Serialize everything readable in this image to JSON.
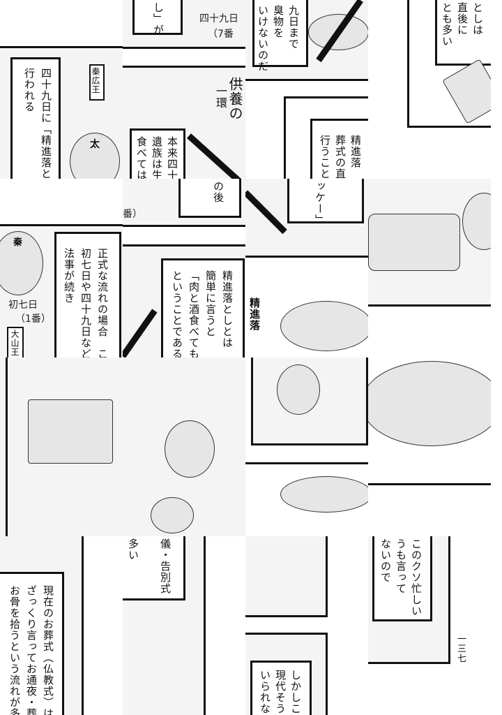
{
  "tiles": {
    "r0c0": {
      "cols": [
        "四十九日に「精進落とし",
        "行われる"
      ],
      "label": "秦広王",
      "crown": "太"
    },
    "r0c1": {
      "top_box": "し」が",
      "caption": [
        "四十九日",
        "（7番"
      ],
      "side": [
        "供養の",
        "一環"
      ],
      "cols": [
        "本来四十",
        "遺族は生",
        "食べては"
      ]
    },
    "r0c2": {
      "cols": [
        "九日まで",
        "臭物を",
        "いけないのだ"
      ],
      "cols2": [
        "精進落",
        "葬式の直",
        "行うこと"
      ]
    },
    "r0c3": {
      "cols": [
        "としは",
        "直後に",
        "とも多い"
      ]
    },
    "r1c0": {
      "crown": "秦",
      "caption": [
        "初七日",
        "（1番）"
      ],
      "label": "大山王",
      "cols": [
        "正式な流れの場合　こ",
        "初七日や四十九日など",
        "法事が続き"
      ]
    },
    "r1c1": {
      "top_box": "の後",
      "side": "番）",
      "cols": [
        "精進落としとは",
        "簡単に言うと",
        "「肉と酒食べてもオ",
        "ということである"
      ]
    },
    "r1c2": {
      "top_box": "ッケー」",
      "side": "精進落"
    },
    "r3c0": {
      "cols": [
        "現在のお葬式（仏教式）は",
        "ざっくり言ってお通夜・葬",
        "お骨を拾うという流れが多"
      ]
    },
    "r3c1": {
      "cols": [
        "儀・告別式・",
        "多い"
      ]
    },
    "r3c2": {
      "cols": [
        "しかしこ",
        "現代そう",
        "いられな"
      ]
    },
    "r3c3": {
      "cols": [
        "このクソ忙しい",
        "うも言って",
        "ないので"
      ],
      "page_number": "一三七"
    }
  }
}
